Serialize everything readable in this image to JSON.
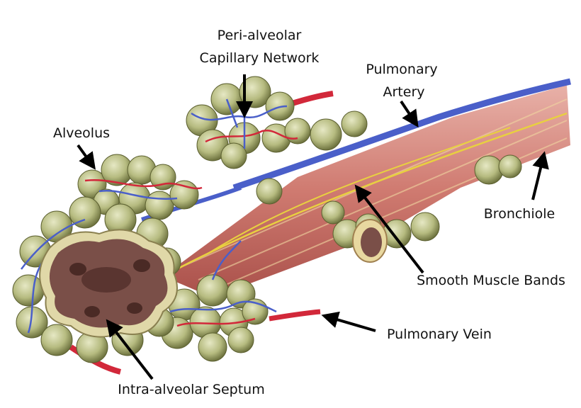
{
  "labels": {
    "peri_alveolar_line1": "Peri-alveolar",
    "peri_alveolar_line2": "Capillary Network",
    "pulmonary_artery_line1": "Pulmonary",
    "pulmonary_artery_line2": "Artery",
    "alveolus": "Alveolus",
    "bronchiole": "Bronchiole",
    "smooth_muscle": "Smooth Muscle Bands",
    "pulmonary_vein": "Pulmonary Vein",
    "septum": "Intra-alveolar Septum"
  },
  "colors": {
    "alveolus": "#b9bf86",
    "muscle": "#d98c85",
    "artery": "#4a5fc9",
    "vein": "#d2283a",
    "septum": "#7a4f48",
    "arrow": "#000000"
  }
}
